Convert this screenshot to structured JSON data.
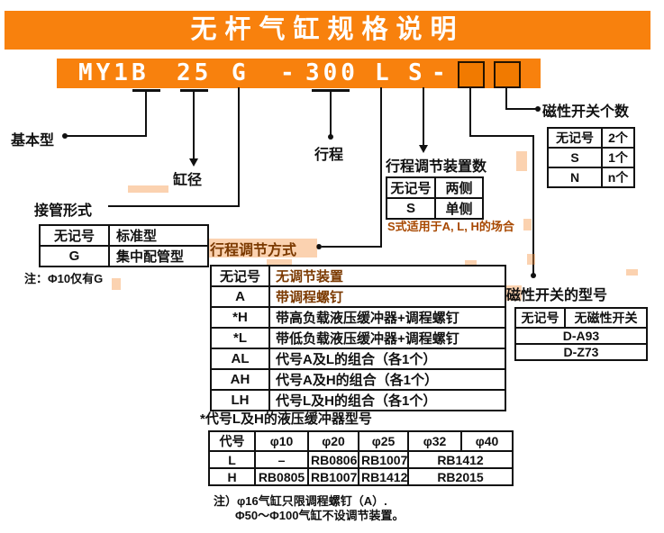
{
  "title": "无杆气缸规格说明",
  "colors": {
    "banner_orange": "#F8810D",
    "accent_brown": "#7B3900",
    "accent_red": "#A84800",
    "highlight": "#F59442",
    "line_black": "#111111"
  },
  "model": {
    "parts": [
      "MY1B",
      "25",
      "G",
      "-",
      "300",
      "L",
      "S",
      "-"
    ]
  },
  "labels": {
    "basic": "基本型",
    "bore": "缸径",
    "stroke": "行程",
    "piping": "接管形式",
    "adjust_method": "行程调节方式",
    "adjust_count": "行程调节装置数",
    "switch_count": "磁性开关个数",
    "switch_model": "磁性开关的型号"
  },
  "piping_table": {
    "rows": [
      [
        "无记号",
        "标准型"
      ],
      [
        "G",
        "集中配管型"
      ]
    ],
    "note": "注：Φ10仅有G"
  },
  "adjust_count_table": {
    "rows": [
      [
        "无记号",
        "两侧"
      ],
      [
        "S",
        "单侧"
      ]
    ],
    "note": "S式适用于A, L, H的场合"
  },
  "switch_count_table": {
    "rows": [
      [
        "无记号",
        "2个"
      ],
      [
        "S",
        "1个"
      ],
      [
        "N",
        "n个"
      ]
    ]
  },
  "adjust_method_table": {
    "rows": [
      [
        "无记号",
        "无调节装置"
      ],
      [
        "A",
        "带调程螺钉"
      ],
      [
        "*H",
        "带高负载液压缓冲器+调程螺钉"
      ],
      [
        "*L",
        "带低负载液压缓冲器+调程螺钉"
      ],
      [
        "AL",
        "代号A及L的组合（各1个）"
      ],
      [
        "AH",
        "代号A及H的组合（各1个）"
      ],
      [
        "LH",
        "代号L及H的组合（各1个）"
      ]
    ]
  },
  "switch_model_table": {
    "header": [
      "无记号",
      "无磁性开关"
    ],
    "models": [
      "D-A93",
      "D-Z73"
    ]
  },
  "buffer_table": {
    "caption": "*代号L及H的液压缓冲器型号",
    "header": [
      "代号",
      "φ10",
      "φ20",
      "φ25",
      "φ32",
      "φ40"
    ],
    "row_L": [
      "L",
      "–",
      "RB0806",
      "RB1007",
      "RB1412"
    ],
    "row_H": [
      "H",
      "RB0805",
      "RB1007",
      "RB1412",
      "RB2015"
    ]
  },
  "notes": {
    "bottom1": "注）φ16气缸只限调程螺钉（A）.",
    "bottom2": "Φ50～Φ100气缸不设调节装置。"
  }
}
